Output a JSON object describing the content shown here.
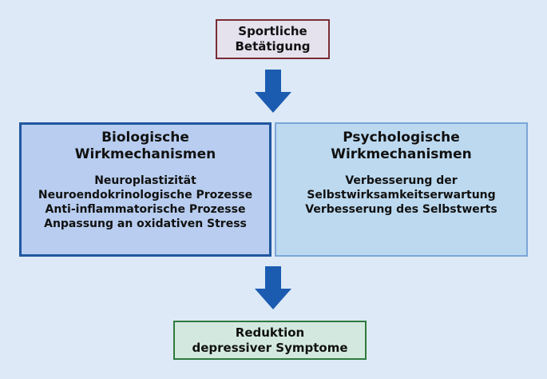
{
  "top": {
    "lines": [
      "Sportliche",
      "Betätigung"
    ]
  },
  "biological": {
    "title_lines": [
      "Biologische",
      "Wirkmechanismen"
    ],
    "items": [
      "Neuroplastizität",
      "Neuroendokrinologische Prozesse",
      "Anti-inflammatorische Prozesse",
      "Anpassung an oxidativen Stress"
    ]
  },
  "psychological": {
    "title_lines": [
      "Psychologische",
      "Wirkmechanismen"
    ],
    "items": [
      "Verbesserung der",
      "Selbstwirksamkeitserwartung",
      "Verbesserung des Selbstwerts"
    ]
  },
  "bottom": {
    "lines": [
      "Reduktion",
      "depressiver Symptome"
    ]
  },
  "colors": {
    "background": "#dde9f6",
    "arrow": "#1b5cb1",
    "top_border": "#7a2c36",
    "bottom_border": "#2f7a3e",
    "bio_border": "#1f57a0",
    "psy_border": "#7aa5d8"
  }
}
